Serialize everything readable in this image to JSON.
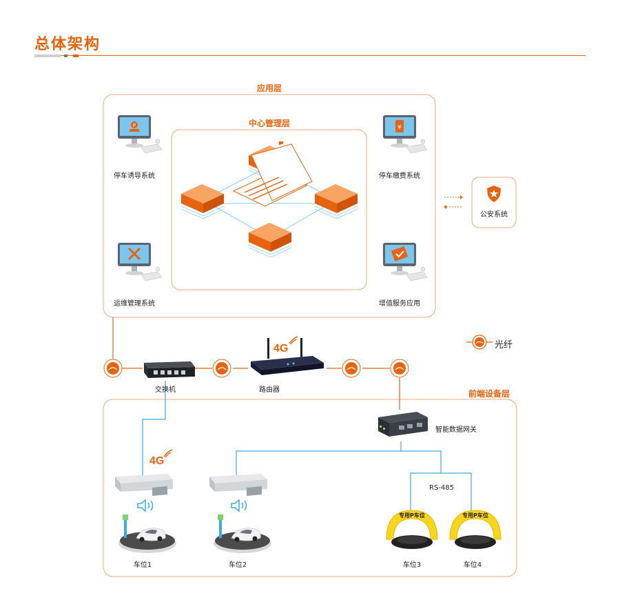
{
  "header": {
    "title": "总体架构"
  },
  "colors": {
    "accent": "#e8630f",
    "link": "#3aaee0",
    "gray": "#d0d0d0"
  },
  "application_layer": {
    "label": "应用层",
    "center_label": "中心管理层",
    "systems": {
      "guidance": "停车诱导系统",
      "payment": "停车缴费系统",
      "ops": "运维管理系统",
      "value_added": "增值服务应用"
    }
  },
  "police": {
    "label": "公安系统"
  },
  "legend": {
    "fiber_label": "光纤"
  },
  "network": {
    "switch": "交换机",
    "router": "路由器",
    "router_badge": "4G",
    "camera_badge": "4G"
  },
  "front_layer": {
    "label": "前端设备层",
    "gateway": "智能数据网关",
    "bus": "RS-485",
    "lock_text": "专用P车位",
    "spots": [
      "车位1",
      "车位2",
      "车位3",
      "车位4"
    ]
  }
}
